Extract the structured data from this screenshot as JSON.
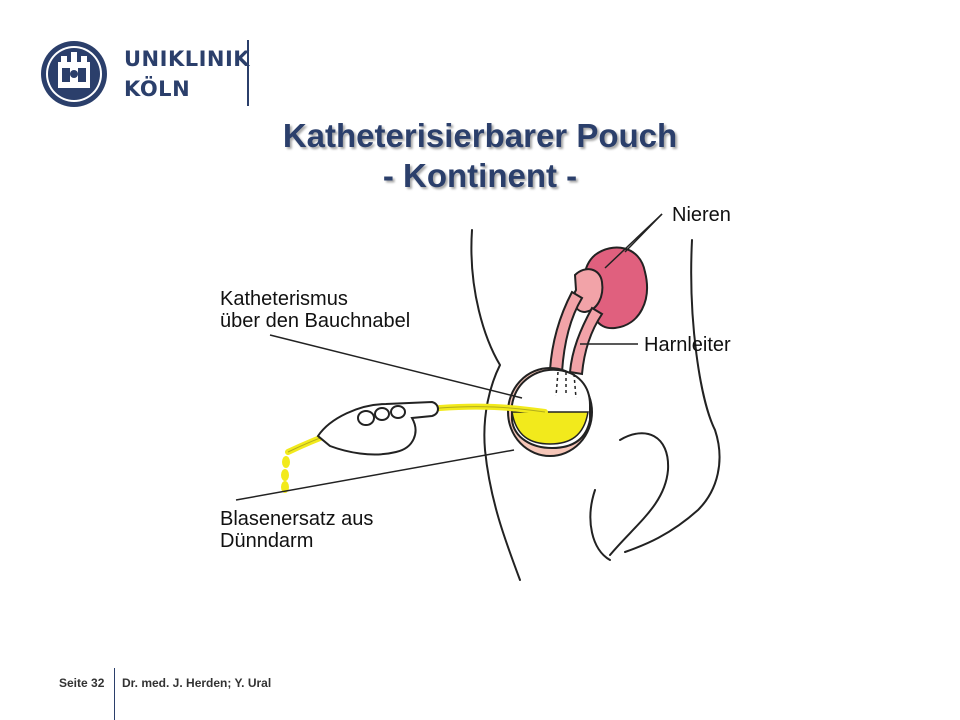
{
  "logo": {
    "line1": "UNIKLINIK",
    "line2": "KÖLN",
    "color": "#2b3f6b"
  },
  "slide": {
    "title_line1": "Katheterisierbarer Pouch",
    "title_line2": "- Kontinent -"
  },
  "figure": {
    "labels": {
      "nieren": "Nieren",
      "harnleiter": "Harnleiter",
      "katheterismus_1": "Katheterismus",
      "katheterismus_2": "über den Bauchnabel",
      "blasenersatz_1": "Blasenersatz aus",
      "blasenersatz_2": "Dünndarm"
    },
    "colors": {
      "kidney": "#e0607e",
      "ureter": "#f2a3a8",
      "pouch_outer": "#f6c6b8",
      "urine": "#f2ea1c",
      "outline": "#222222"
    }
  },
  "footer": {
    "page": "Seite 32",
    "authors": "Dr. med. J. Herden; Y. Ural"
  }
}
